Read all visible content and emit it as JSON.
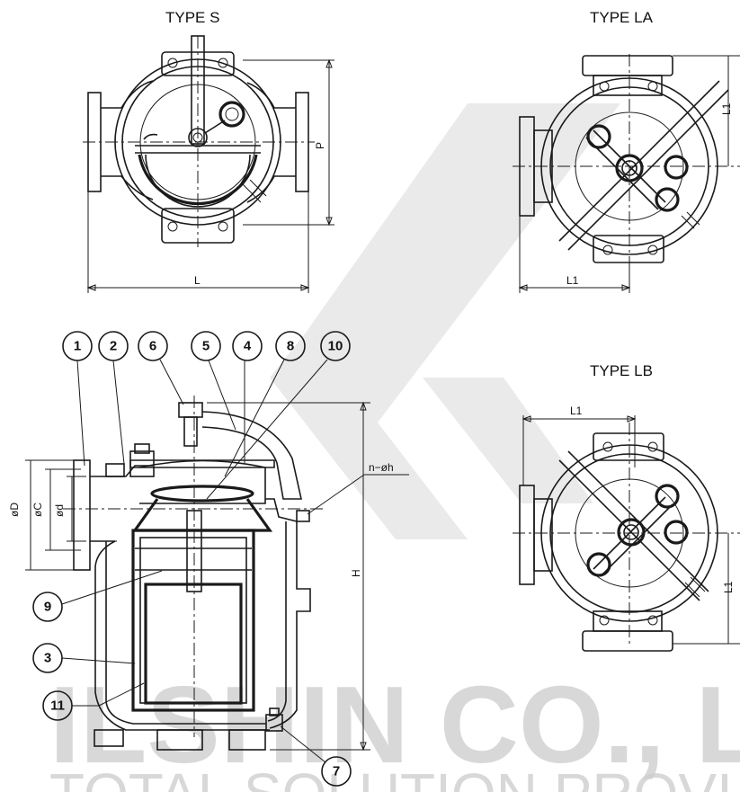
{
  "views": {
    "type_s": "TYPE S",
    "type_la": "TYPE LA",
    "type_lb": "TYPE LB"
  },
  "dimensions": {
    "L": "L",
    "P": "P",
    "L1": "L1",
    "H": "H",
    "D": "øD",
    "C": "øC",
    "d": "ød",
    "n_h": "n−øh"
  },
  "callouts": [
    "1",
    "2",
    "6",
    "5",
    "4",
    "8",
    "10",
    "9",
    "3",
    "11",
    "7"
  ],
  "watermark": {
    "company": "ILSHIN CO., LT",
    "tagline": "TOTAL SOLUTION PROVI"
  },
  "colors": {
    "line": "#1a1a1a",
    "watermark": "#cfcfcf",
    "background": "#ffffff"
  }
}
